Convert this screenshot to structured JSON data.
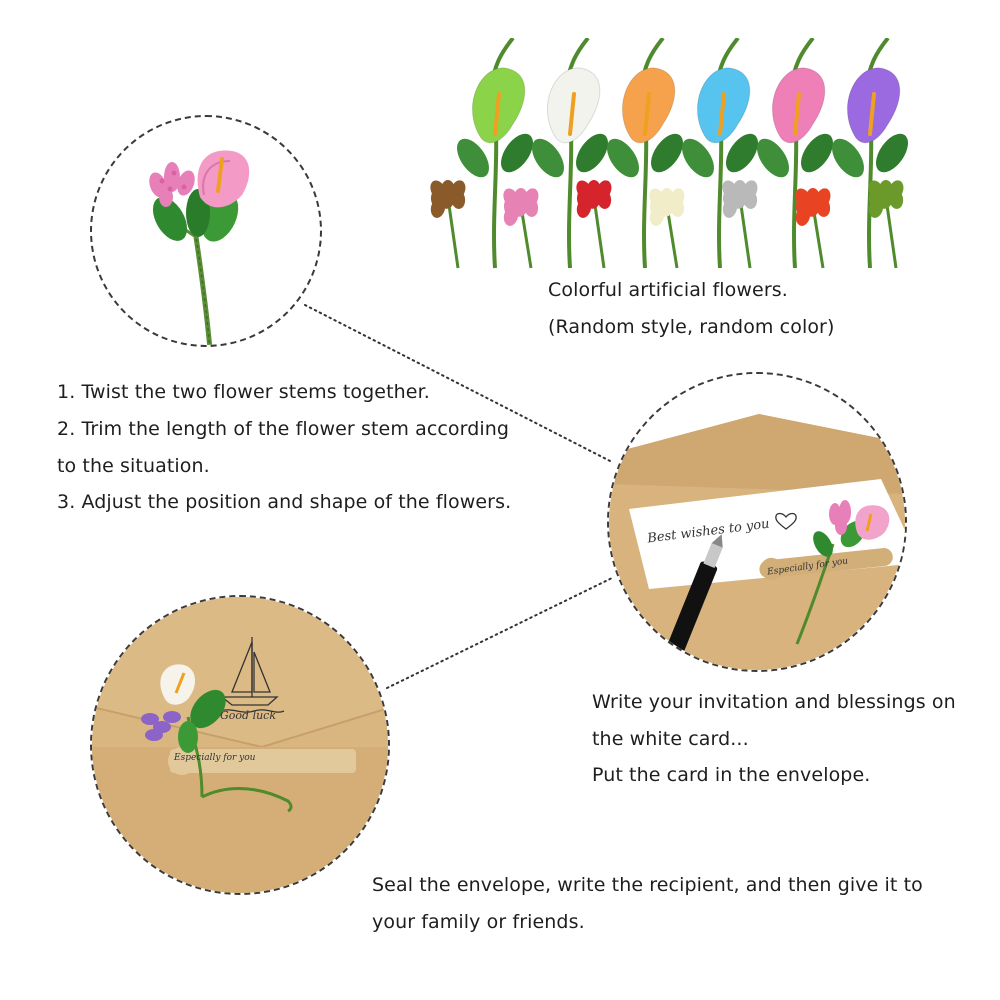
{
  "captions": {
    "flowers_line1": "Colorful artificial flowers.",
    "flowers_line2": "(Random style, random color)",
    "steps": [
      "1. Twist the two flower stems together.",
      "2. Trim the length of the flower stem according",
      "to the situation.",
      "3. Adjust the position and shape of the flowers."
    ],
    "write_line1": "Write your invitation and blessings on",
    "write_line2": "the white card...",
    "write_line3": "Put the card in the envelope.",
    "seal_line1": "Seal the envelope, write the recipient, and then give it to",
    "seal_line2": "your family or friends."
  },
  "card_texts": {
    "best_wishes": "Best wishes to you",
    "tag_text": "Especially for you",
    "good_luck": "Good luck"
  },
  "colors": {
    "kraft": "#d9b47e",
    "kraft_dark": "#c9a26a",
    "stem": "#4a8a2e",
    "leaf": "#3f8f3a",
    "dash": "#3a3a3a"
  },
  "flowers": [
    {
      "name": "green-calla",
      "color": "#8bd44a"
    },
    {
      "name": "white-calla",
      "color": "#f3f3ee"
    },
    {
      "name": "orange-calla",
      "color": "#f6a24c"
    },
    {
      "name": "blue-calla",
      "color": "#56c4ee"
    },
    {
      "name": "pink-calla",
      "color": "#ee7fb7"
    },
    {
      "name": "purple-calla",
      "color": "#9c6ae0"
    }
  ]
}
